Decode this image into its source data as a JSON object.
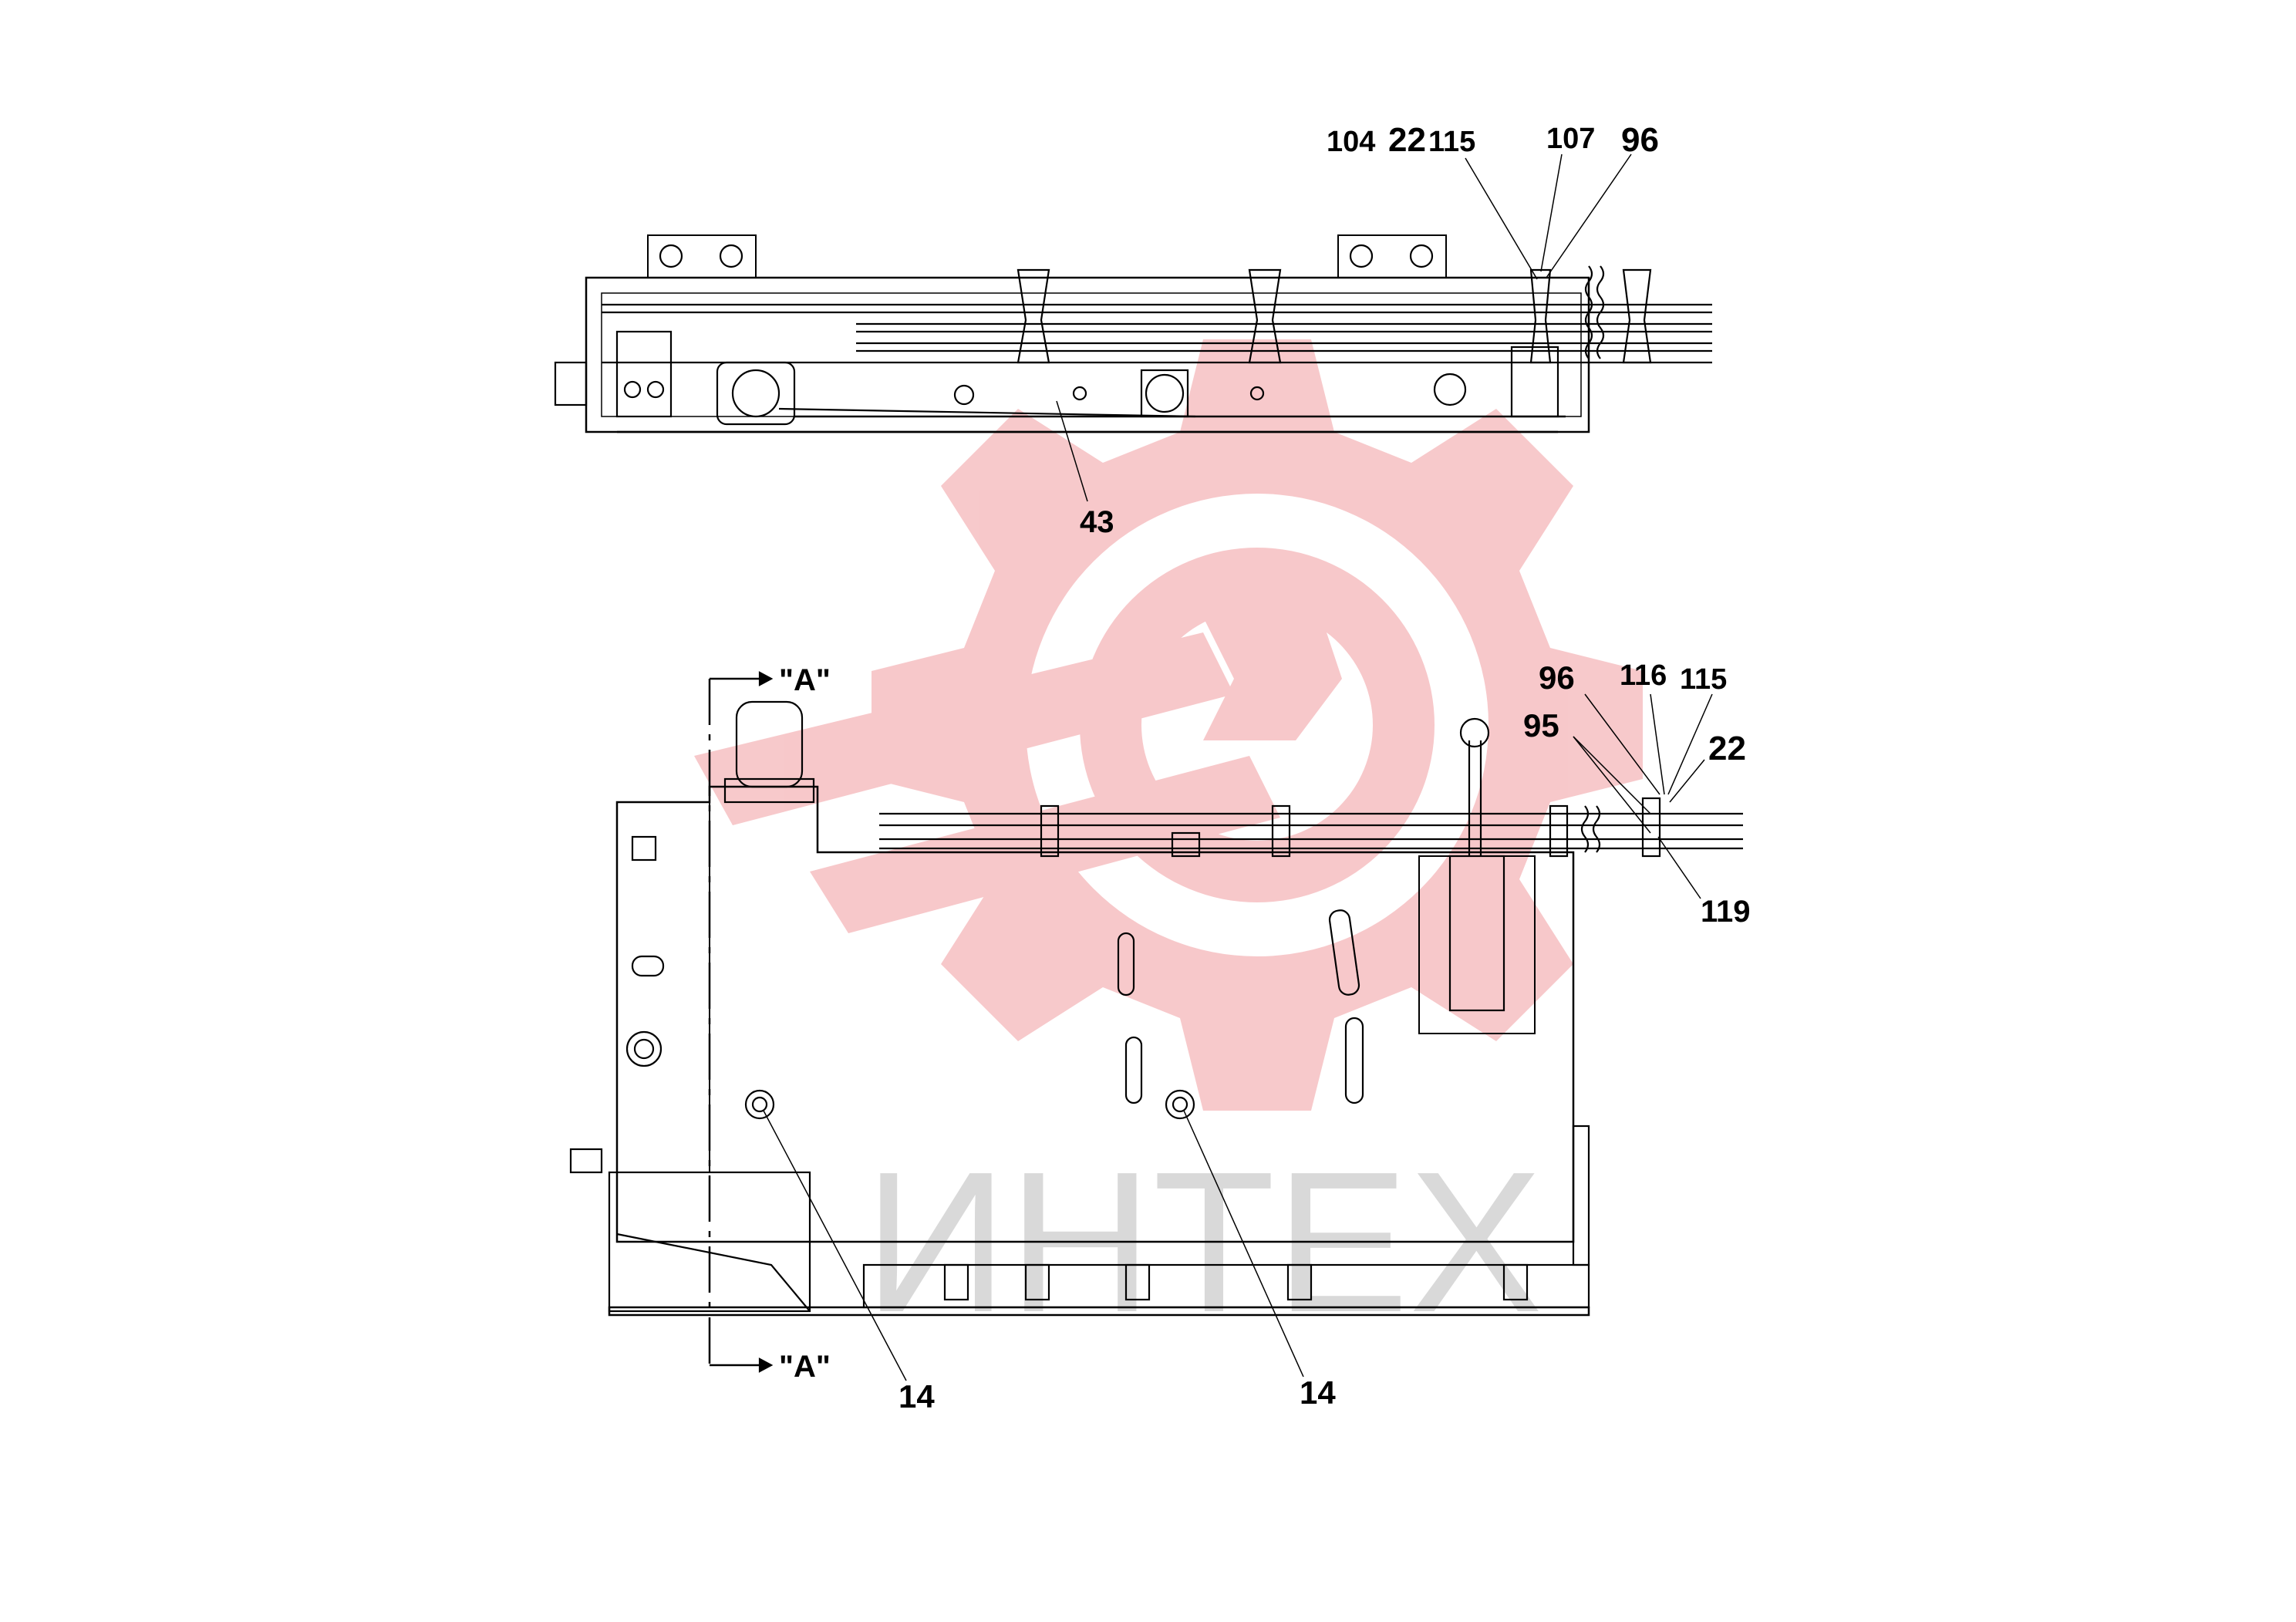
{
  "watermark": {
    "text": "ИНТЕХ",
    "logo_color": "#f7c6c8",
    "text_color": "#d9d9d9"
  },
  "section_labels": {
    "top": "\"A\"",
    "bottom": "\"A\""
  },
  "callouts_top": [
    {
      "id": "c104",
      "text": "104"
    },
    {
      "id": "c22",
      "text": "22"
    },
    {
      "id": "c115",
      "text": "115"
    },
    {
      "id": "c107",
      "text": "107"
    },
    {
      "id": "c96",
      "text": "96"
    },
    {
      "id": "c43",
      "text": "43"
    }
  ],
  "callouts_bottom": [
    {
      "id": "c96b",
      "text": "96"
    },
    {
      "id": "c116",
      "text": "116"
    },
    {
      "id": "c115b",
      "text": "115"
    },
    {
      "id": "c95",
      "text": "95"
    },
    {
      "id": "c22b",
      "text": "22"
    },
    {
      "id": "c119",
      "text": "119"
    },
    {
      "id": "c14a",
      "text": "14"
    },
    {
      "id": "c14b",
      "text": "14"
    }
  ]
}
